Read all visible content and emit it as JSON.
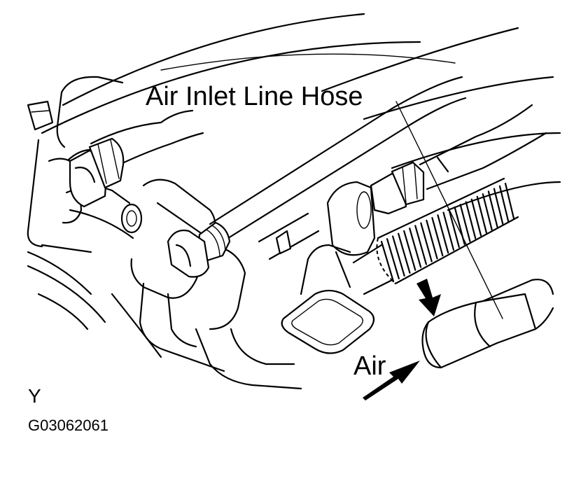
{
  "diagram": {
    "labels": {
      "hose": "Air Inlet Line Hose",
      "air": "Air",
      "view": "Y",
      "figure_code": "G03062061"
    },
    "colors": {
      "ink": "#000000",
      "paper": "#ffffff"
    }
  }
}
